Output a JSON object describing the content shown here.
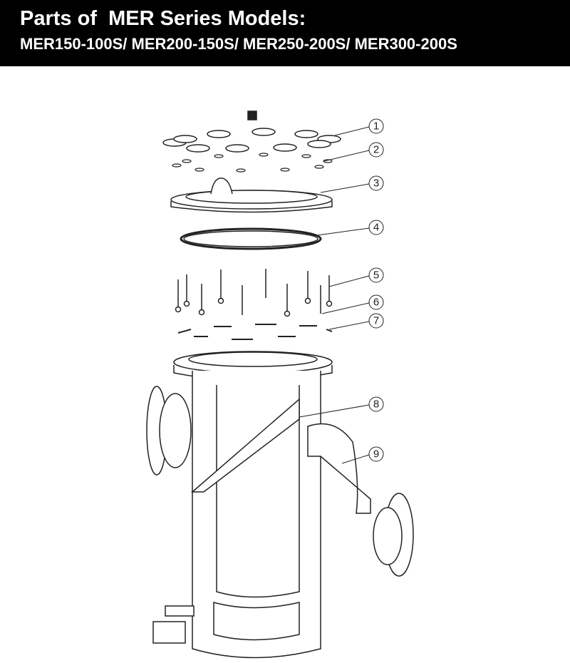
{
  "header": {
    "title": "Parts of  MER Series Models:",
    "models": "MER150-100S/ MER200-150S/ MER250-200S/ MER300-200S"
  },
  "callouts": [
    "1",
    "2",
    "3",
    "4",
    "5",
    "6",
    "7",
    "8",
    "9"
  ],
  "colors": {
    "header_bg": "#000000",
    "header_text": "#ffffff",
    "line": "#222222"
  }
}
